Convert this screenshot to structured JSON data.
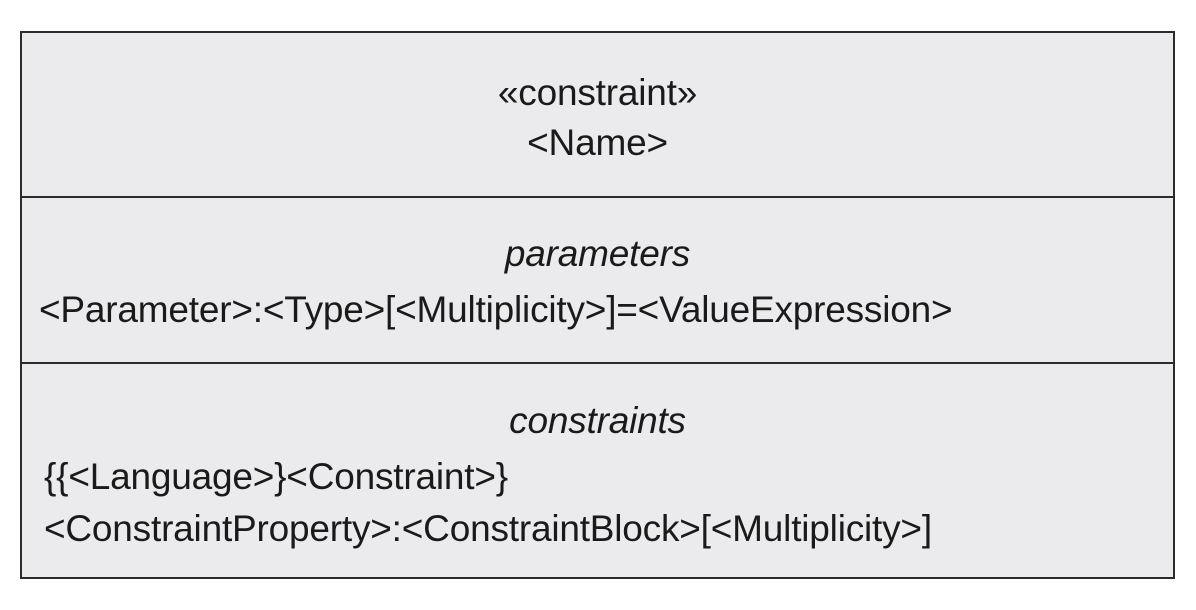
{
  "block": {
    "stereotype": "«constraint»",
    "name": "<Name>"
  },
  "parameters": {
    "heading": "parameters",
    "entries": [
      "<Parameter>:<Type>[<Multiplicity>]=<ValueExpression>"
    ]
  },
  "constraints": {
    "heading": "constraints",
    "entries": [
      "{{<Language>}<Constraint>}",
      "<ConstraintProperty>:<ConstraintBlock>[<Multiplicity>]"
    ]
  }
}
